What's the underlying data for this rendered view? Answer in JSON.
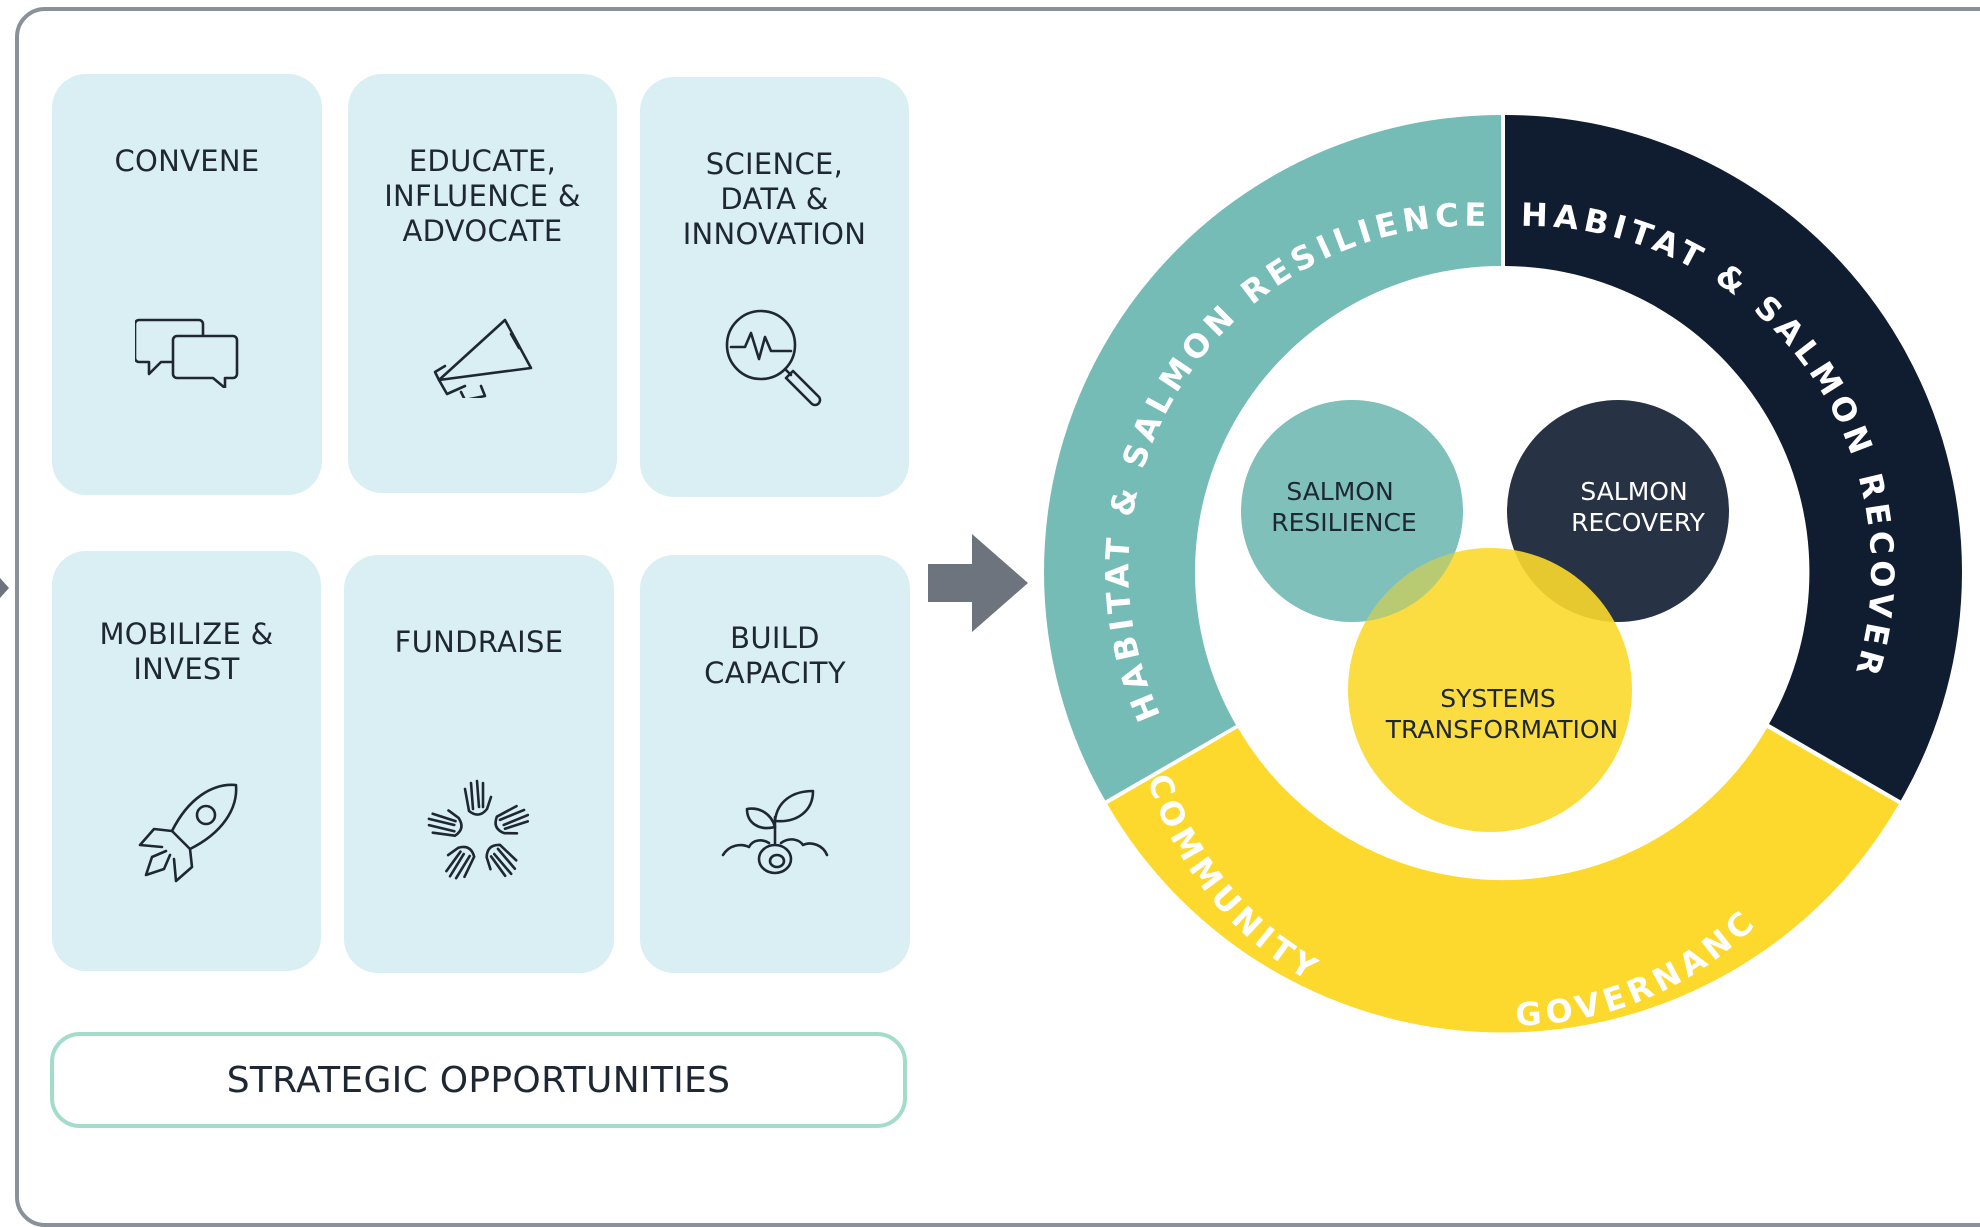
{
  "cards": [
    {
      "id": "convene",
      "title": "CONVENE",
      "icon": "chat-bubbles-icon"
    },
    {
      "id": "educate",
      "title": "EDUCATE,\nINFLUENCE &\nADVOCATE",
      "icon": "megaphone-icon"
    },
    {
      "id": "science",
      "title": "SCIENCE,\nDATA &\nINNOVATION",
      "icon": "magnifier-pulse-icon"
    },
    {
      "id": "mobilize",
      "title": "MOBILIZE &\nINVEST",
      "icon": "rocket-icon"
    },
    {
      "id": "fundraise",
      "title": "FUNDRAISE",
      "icon": "hands-circle-icon"
    },
    {
      "id": "capacity",
      "title": "BUILD\nCAPACITY",
      "icon": "seedling-icon"
    }
  ],
  "footer_label": "STRATEGIC OPPORTUNITIES",
  "ring": {
    "resilience": "HABITAT & SALMON RESILIENCE",
    "recovery": "HABITAT & SALMON RECOVERY",
    "community": "COMMUNITY",
    "governance": "GOVERNANC"
  },
  "venn": {
    "resilience": [
      "SALMON",
      "RESILIENCE"
    ],
    "recovery": [
      "SALMON",
      "RECOVERY"
    ],
    "systems": [
      "SYSTEMS",
      "TRANSFORMATION"
    ]
  },
  "colors": {
    "card_bg": "#daeff3",
    "teal": "#76bcb6",
    "navy": "#101d30",
    "yellow": "#fcd92c",
    "text_dark": "#1e2733",
    "frame": "#8b919b",
    "arrow": "#6e747d",
    "footer_border": "#a3dccb"
  }
}
